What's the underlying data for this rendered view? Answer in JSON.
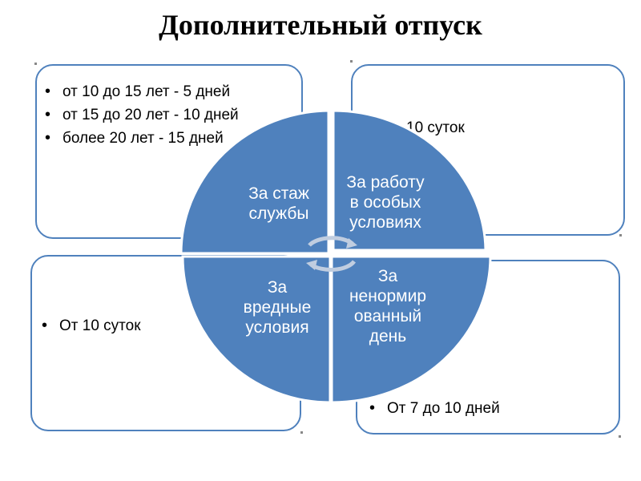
{
  "title": "Дополнительный отпуск",
  "colors": {
    "quadrant_fill": "#4f81bd",
    "box_border": "#4f81bd",
    "divider": "#ffffff",
    "cycle_arrow": "#c0cde0"
  },
  "box_top_left": {
    "items": [
      "от 10 до 15 лет - 5 дней",
      "от 15 до 20 лет - 10 дней",
      "более 20 лет  - 15 дней"
    ]
  },
  "box_top_right": {
    "text": "10 суток"
  },
  "box_bottom_left": {
    "items": [
      "От 10 суток"
    ]
  },
  "box_bottom_right": {
    "items": [
      "От 7 до 10 дней"
    ]
  },
  "wheel": {
    "quadrants": [
      {
        "id": "top-left",
        "label": "За стаж\nслужбы"
      },
      {
        "id": "top-right",
        "label": "За работу\nв особых\nусловиях"
      },
      {
        "id": "bottom-left",
        "label": "За\nвредные\nусловия"
      },
      {
        "id": "bottom-right",
        "label": "За\nненормир\nованный\nдень"
      }
    ],
    "center_icon": "cycle-arrows-icon"
  }
}
